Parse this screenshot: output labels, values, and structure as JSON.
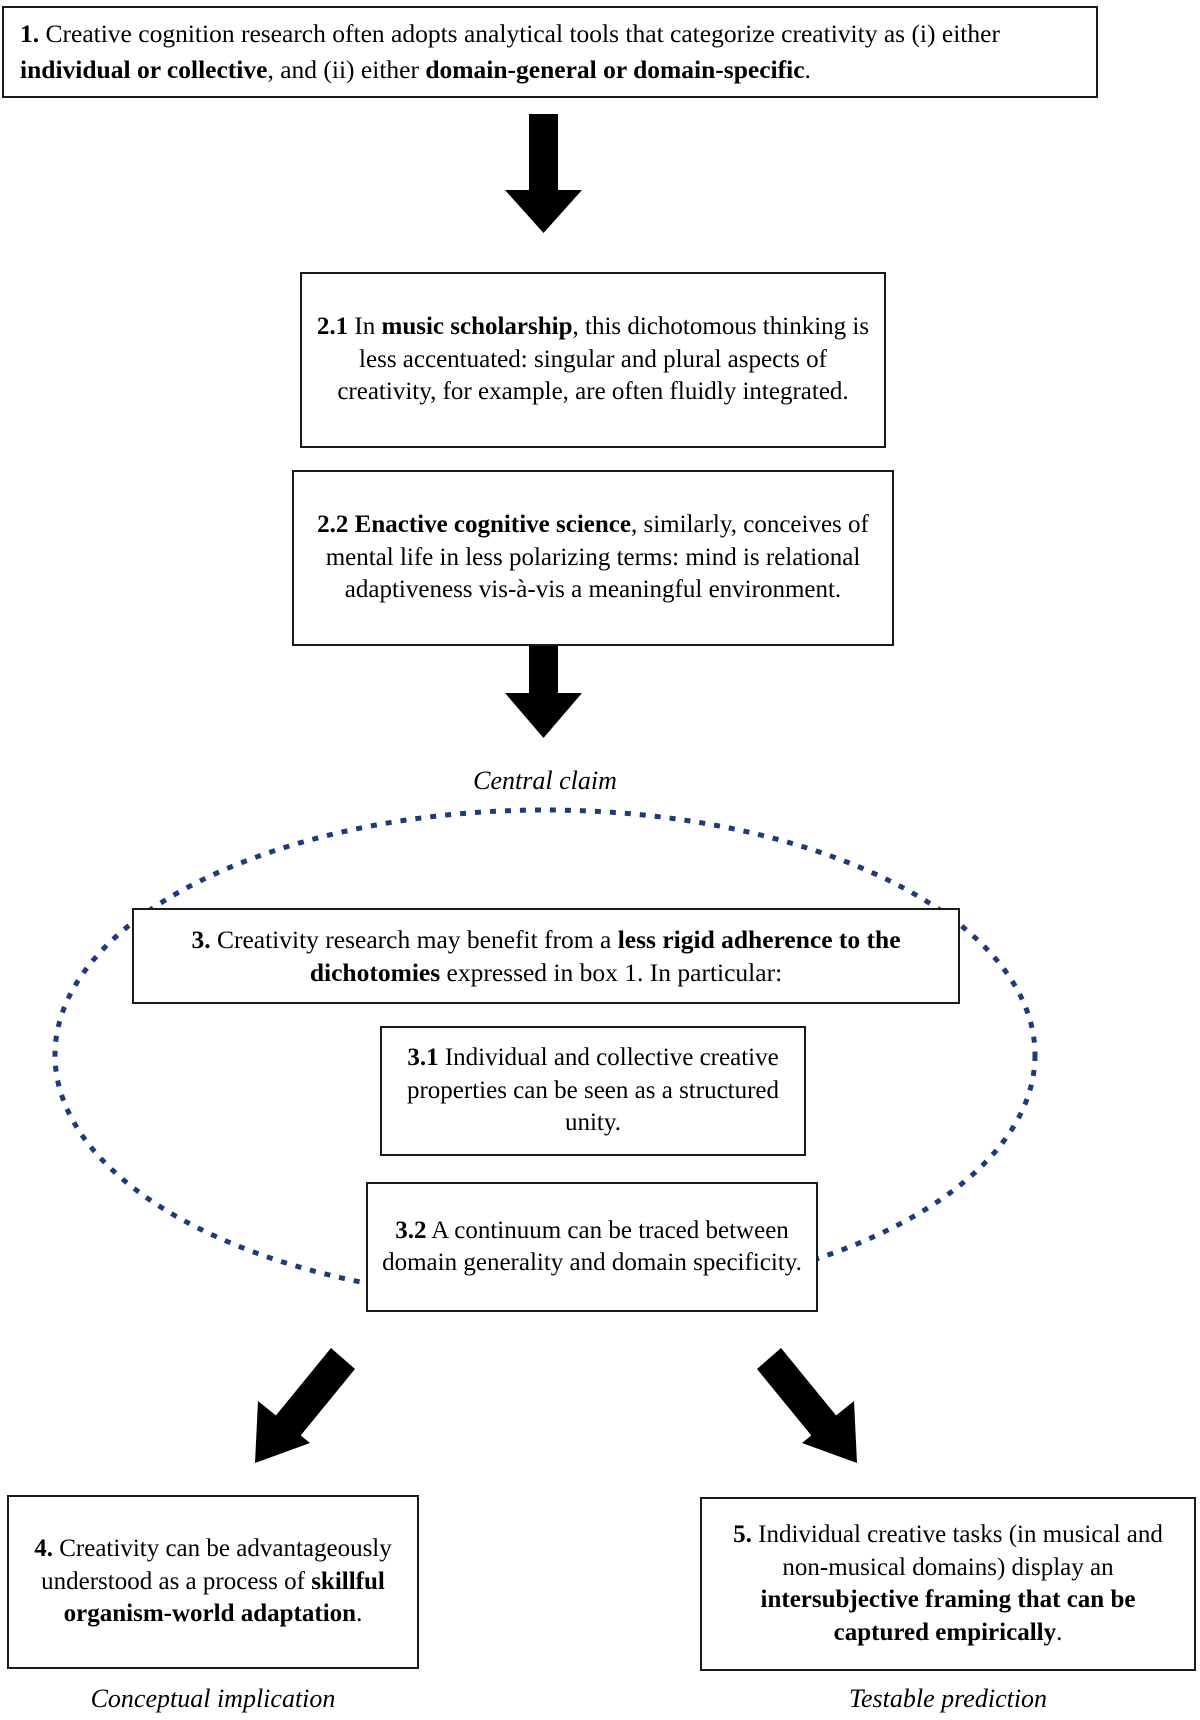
{
  "figure": {
    "type": "flowchart",
    "orientation": "vertical",
    "background_color": "#ffffff",
    "box_border_color": "#1a1a1a",
    "arrow_color": "#000000",
    "ellipse_color": "#1f3a7a",
    "ellipse_style": "dotted"
  },
  "boxes": {
    "box1": {
      "number": "1.",
      "segments": [
        {
          "text": "1.",
          "bold": true
        },
        {
          "text": " Creative cognition research often adopts analytical tools that categorize creativity as (i) either ",
          "bold": false
        },
        {
          "text": "individual or collective",
          "bold": true
        },
        {
          "text": ", and (ii) either ",
          "bold": false
        },
        {
          "text": "domain-general or domain-specific",
          "bold": true
        },
        {
          "text": ".",
          "bold": false
        }
      ],
      "plain": "1. Creative cognition research often adopts analytical tools that categorize creativity as (i) either individual or collective, and (ii) either domain-general or domain-specific."
    },
    "box21": {
      "number": "2.1",
      "segments": [
        {
          "text": "2.1",
          "bold": true
        },
        {
          "text": " In ",
          "bold": false
        },
        {
          "text": "music scholarship",
          "bold": true
        },
        {
          "text": ", this dichotomous thinking is less accentuated: singular and plural aspects of creativity, for example, are often fluidly integrated.",
          "bold": false
        }
      ],
      "plain": "2.1 In music scholarship, this dichotomous thinking is less accentuated: singular and plural aspects of creativity, for example, are often fluidly integrated."
    },
    "box22": {
      "number": "2.2",
      "segments": [
        {
          "text": "2.2 Enactive cognitive science",
          "bold": true
        },
        {
          "text": ", similarly, conceives of mental life in less polarizing terms: mind is relational adaptiveness vis-à-vis a meaningful environment.",
          "bold": false
        }
      ],
      "plain": "2.2 Enactive cognitive science, similarly, conceives of mental life in less polarizing terms: mind is relational adaptiveness vis-à-vis a meaningful environment."
    },
    "box3": {
      "number": "3.",
      "segments": [
        {
          "text": "3.",
          "bold": true
        },
        {
          "text": " Creativity research may benefit from a ",
          "bold": false
        },
        {
          "text": "less rigid adherence to the dichotomies",
          "bold": true
        },
        {
          "text": " expressed in box 1. In particular:",
          "bold": false
        }
      ],
      "plain": "3. Creativity research may benefit from a less rigid adherence to the dichotomies expressed in box 1. In particular:"
    },
    "box31": {
      "number": "3.1",
      "segments": [
        {
          "text": "3.1",
          "bold": true
        },
        {
          "text": " Individual and collective creative properties can be seen as a structured unity.",
          "bold": false
        }
      ],
      "plain": "3.1 Individual and collective creative properties can be seen as a structured unity."
    },
    "box32": {
      "number": "3.2",
      "segments": [
        {
          "text": "3.2",
          "bold": true
        },
        {
          "text": " A continuum can be traced between domain generality and domain specificity.",
          "bold": false
        }
      ],
      "plain": "3.2 A continuum can be traced between domain generality and domain specificity."
    },
    "box4": {
      "number": "4.",
      "segments": [
        {
          "text": "4.",
          "bold": true
        },
        {
          "text": " Creativity can be advantageously understood as a process of ",
          "bold": false
        },
        {
          "text": "skillful organism-world adaptation",
          "bold": true
        },
        {
          "text": ".",
          "bold": false
        }
      ],
      "plain": "4. Creativity can be advantageously understood as a process of skillful organism-world adaptation."
    },
    "box5": {
      "number": "5.",
      "segments": [
        {
          "text": "5.",
          "bold": true
        },
        {
          "text": " Individual creative tasks (in musical and non-musical domains) display an ",
          "bold": false
        },
        {
          "text": "intersubjective framing that can be captured empirically",
          "bold": true
        },
        {
          "text": ".",
          "bold": false
        }
      ],
      "plain": "5. Individual creative tasks (in musical and non-musical domains) display an intersubjective framing that can be captured empirically."
    }
  },
  "captions": {
    "central_claim": "Central claim",
    "conceptual_implication": "Conceptual implication",
    "testable_prediction": "Testable prediction"
  },
  "connectors": [
    {
      "name": "arrow-box1-to-box2",
      "from": "box1",
      "to": "box2.1",
      "direction": "down"
    },
    {
      "name": "arrow-box2-to-box3",
      "from": "box2.2",
      "to": "box3",
      "direction": "down"
    },
    {
      "name": "arrow-ellipse-to-box4",
      "from": "central-claim",
      "to": "box4",
      "direction": "down-left"
    },
    {
      "name": "arrow-ellipse-to-box5",
      "from": "central-claim",
      "to": "box5",
      "direction": "down-right"
    }
  ]
}
